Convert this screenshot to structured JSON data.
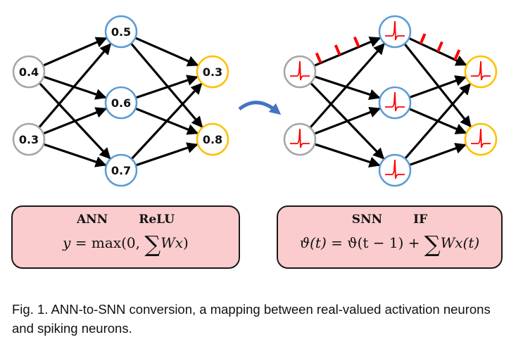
{
  "diagram": {
    "title": "ANN-to-SNN conversion",
    "ann": {
      "input_values": [
        "0.4",
        "0.3"
      ],
      "hidden_values": [
        "0.5",
        "0.6",
        "0.7"
      ],
      "output_values": [
        "0.3",
        "0.8"
      ]
    },
    "snn": {
      "neuron_glyph": "spike-waveform-icon",
      "spike_train_count_in": 3,
      "spike_train_count_out": 3
    },
    "colors": {
      "input": "#a6a6a6",
      "hidden": "#5b9bd5",
      "output": "#ffc000",
      "spike": "#ff0000",
      "arrow": "#000000",
      "conversion_arrow": "#4472c4",
      "box_fill": "#fbcccd"
    },
    "ann_box": {
      "title": "ANN",
      "activation": "ReLU",
      "eq_lhs": "y",
      "eq_mid": " = max(0, ",
      "eq_sigma": "∑",
      "eq_rhs": "Wx",
      "eq_end": ")"
    },
    "snn_box": {
      "title": "SNN",
      "activation": "IF",
      "eq_lhs": "ϑ(t)",
      "eq_mid": " = ϑ(t − 1) + ",
      "eq_sigma": "∑",
      "eq_rhs": "Wx(t)"
    },
    "caption": "Fig. 1. ANN-to-SNN conversion, a mapping between real-valued activation neurons and spiking neurons."
  }
}
